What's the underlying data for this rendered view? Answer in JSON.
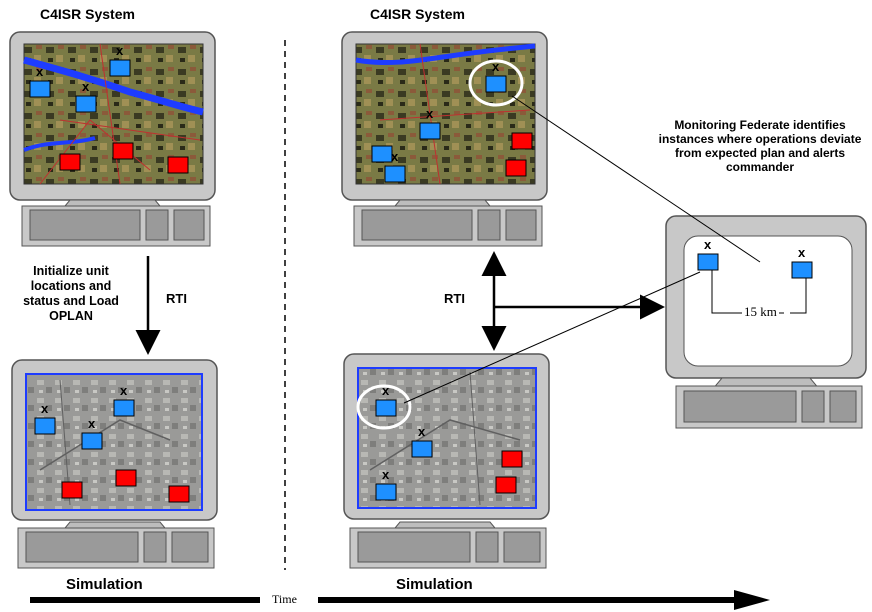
{
  "labels": {
    "c4isr_left": "C4ISR System",
    "c4isr_right": "C4ISR System",
    "simulation_left": "Simulation",
    "simulation_right": "Simulation",
    "init_text": "Initialize unit locations and status and Load OPLAN",
    "rti_left": "RTI",
    "rti_right": "RTI",
    "monitoring_text": "Monitoring Federate identifies instances where operations deviate from expected plan and alerts commander",
    "distance": "15 km",
    "time": "Time",
    "unit_marker": "x"
  },
  "colors": {
    "friendly_unit": "#1e90ff",
    "enemy_unit": "#ff0000",
    "monitor_frame": "#c0c0c0",
    "map_water": "#1e3cff",
    "map_terrain": "#6b6b3a"
  }
}
